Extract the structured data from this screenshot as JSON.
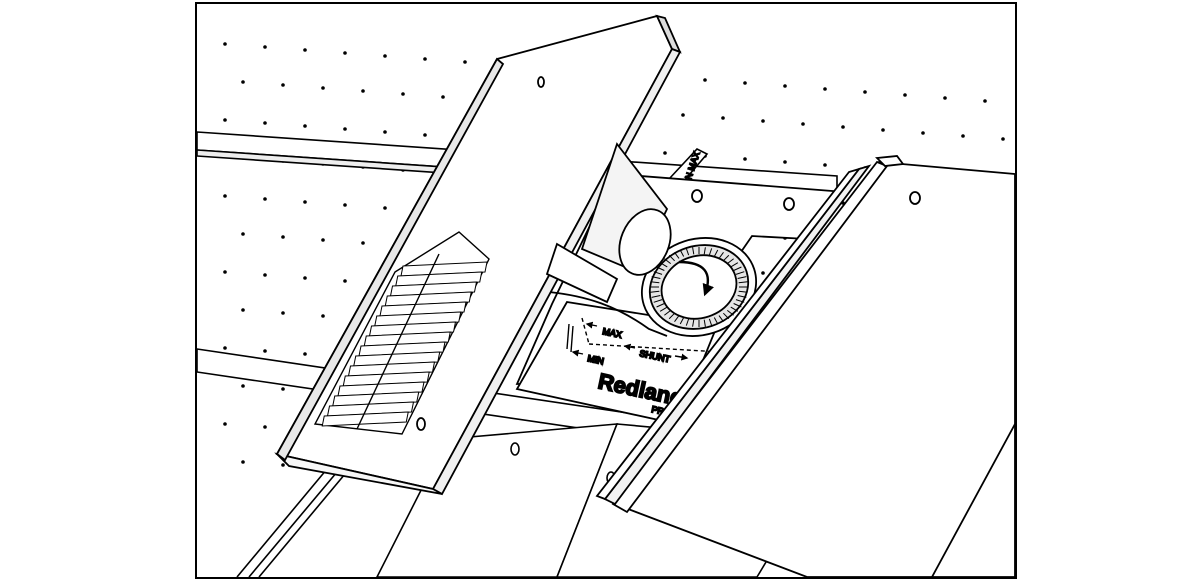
{
  "colors": {
    "ink": "#000000",
    "paper": "#ffffff",
    "airflow": "#a6a6a6"
  },
  "labels": {
    "max_mark": "MAX",
    "min_mark": "MIN",
    "shunt_mark": "SHUNT",
    "strip_marks": "N MAX",
    "brand": "Redland",
    "brand_sub": "PRODU"
  }
}
